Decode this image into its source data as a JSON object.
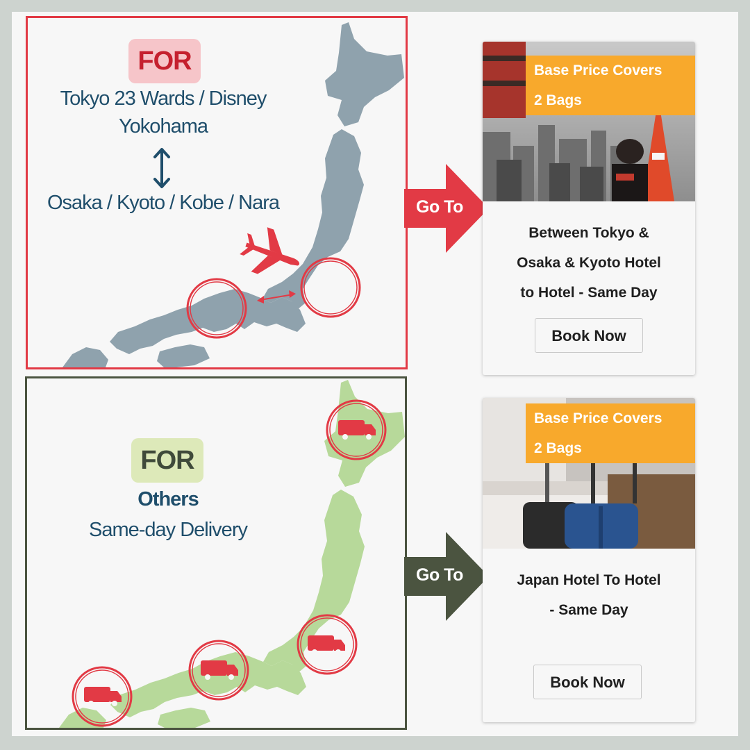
{
  "top_section": {
    "badge": "FOR",
    "line1": "Tokyo 23 Wards / Disney",
    "line2": "Yokohama",
    "line3": "Osaka / Kyoto / Kobe / Nara",
    "arrow_label": "Go To",
    "card": {
      "price_line1": "Base Price Covers",
      "price_line2": "2 Bags",
      "title_line1": "Between Tokyo &",
      "title_line2": "Osaka & Kyoto Hotel",
      "title_line3": "to Hotel - Same Day",
      "button": "Book Now"
    }
  },
  "bottom_section": {
    "badge": "FOR",
    "line1": "Others",
    "line2": "Same-day Delivery",
    "arrow_label": "Go To",
    "card": {
      "price_line1": "Base Price Covers",
      "price_line2": "2 Bags",
      "title_line1": "Japan Hotel To Hotel",
      "title_line2": "- Same Day",
      "button": "Book Now"
    }
  },
  "colors": {
    "red": "#e23a45",
    "dark_green": "#4b5440",
    "map_gray": "#8fa2ad",
    "map_green": "#b7d99a",
    "orange": "#f8a92c",
    "navy_text": "#1f4e6b"
  },
  "icons": [
    "airplane-icon",
    "double-arrow-icon",
    "truck-icon"
  ]
}
